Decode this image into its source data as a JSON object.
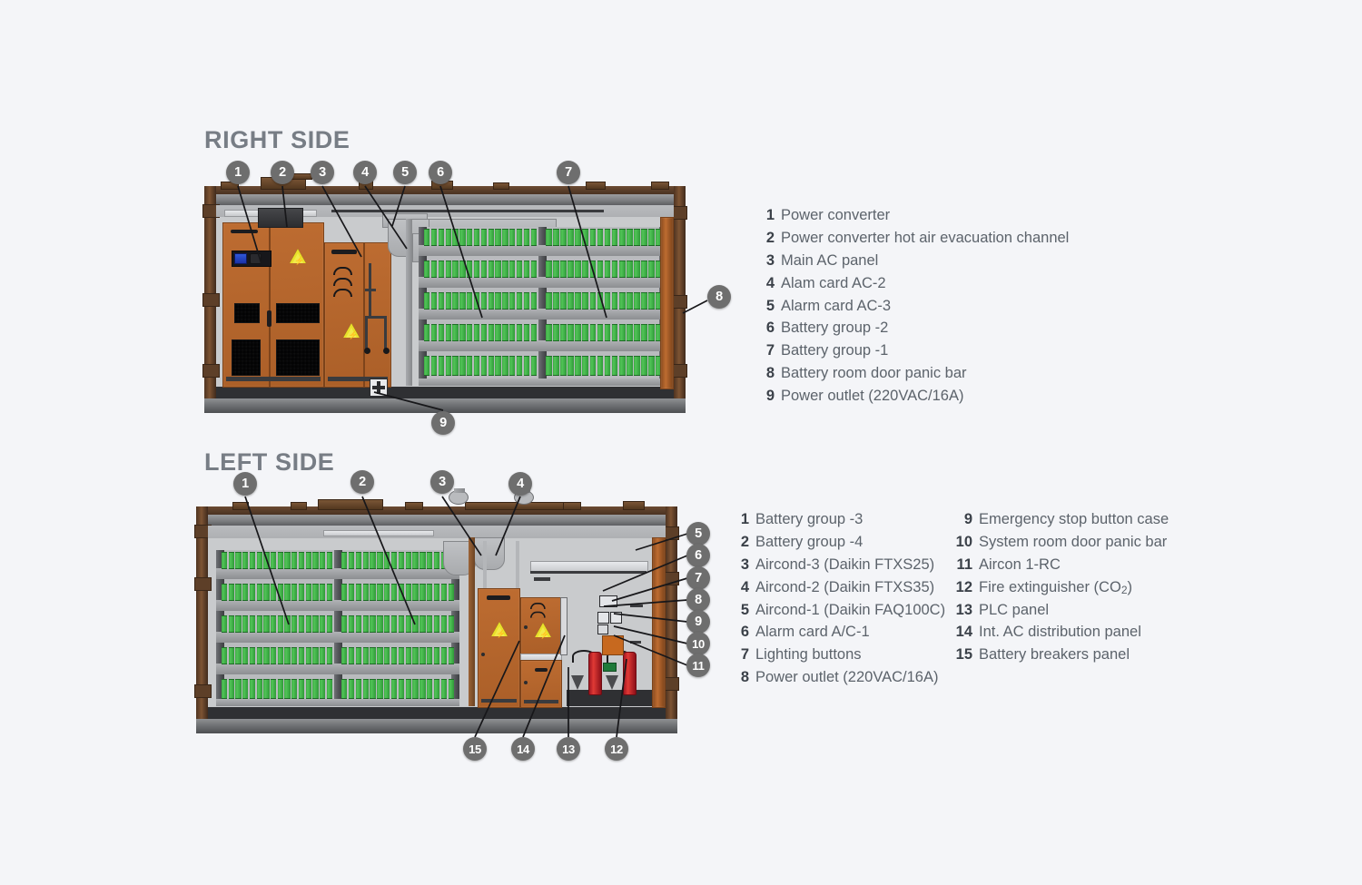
{
  "page": {
    "background": "#f4f5f8",
    "accent_orange": "#b5682e",
    "battery_green": "#3ea844",
    "marker_color": "#6e6e6e",
    "text_color": "#5c636b",
    "number_color": "#3b4149"
  },
  "sections": {
    "right": {
      "title": "RIGHT SIDE",
      "legend": [
        {
          "num": "1",
          "label": "Power converter"
        },
        {
          "num": "2",
          "label": "Power converter hot air evacuation channel"
        },
        {
          "num": "3",
          "label": "Main AC panel"
        },
        {
          "num": "4",
          "label": "Alam card AC-2"
        },
        {
          "num": "5",
          "label": "Alarm card AC-3"
        },
        {
          "num": "6",
          "label": "Battery group -2"
        },
        {
          "num": "7",
          "label": "Battery group -1"
        },
        {
          "num": "8",
          "label": "Battery room door panic bar"
        },
        {
          "num": "9",
          "label": "Power outlet (220VAC/16A)"
        }
      ],
      "markers": [
        "1",
        "2",
        "3",
        "4",
        "5",
        "6",
        "7",
        "8",
        "9"
      ]
    },
    "left": {
      "title": "LEFT SIDE",
      "legend_col1": [
        {
          "num": "1",
          "label": "Battery group -3"
        },
        {
          "num": "2",
          "label": "Battery group -4"
        },
        {
          "num": "3",
          "label": "Aircond-3 (Daikin FTXS25)"
        },
        {
          "num": "4",
          "label": "Aircond-2 (Daikin FTXS35)"
        },
        {
          "num": "5",
          "label": "Aircond-1 (Daikin FAQ100C)"
        },
        {
          "num": "6",
          "label": "Alarm card A/C-1"
        },
        {
          "num": "7",
          "label": "Lighting buttons"
        },
        {
          "num": "8",
          "label": "Power outlet (220VAC/16A)"
        }
      ],
      "legend_col2": [
        {
          "num": "9",
          "label": "Emergency stop button case"
        },
        {
          "num": "10",
          "label": "System room door panic bar"
        },
        {
          "num": "11",
          "label": "Aircon 1-RC"
        },
        {
          "num": "12",
          "label": "Fire extinguisher (CO2)"
        },
        {
          "num": "13",
          "label": "PLC panel"
        },
        {
          "num": "14",
          "label": "Int. AC distribution panel"
        },
        {
          "num": "15",
          "label": "Battery breakers panel"
        }
      ],
      "markers": [
        "1",
        "2",
        "3",
        "4",
        "5",
        "6",
        "7",
        "8",
        "9",
        "10",
        "11",
        "12",
        "13",
        "14",
        "15"
      ]
    }
  }
}
